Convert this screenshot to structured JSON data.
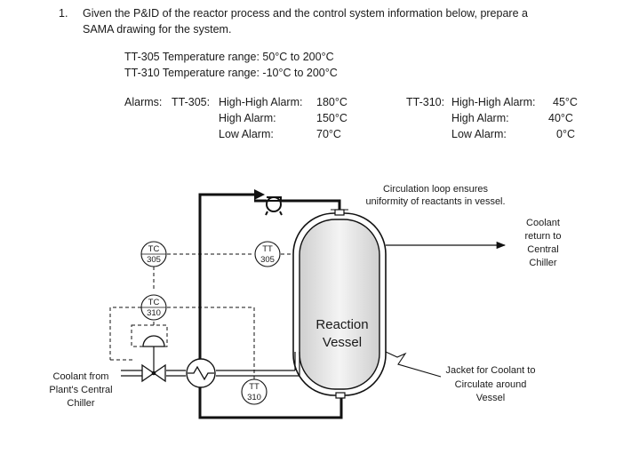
{
  "problem": {
    "number": "1.",
    "line1": "Given the P&ID of the reactor process and the control system information below, prepare a",
    "line2": "SAMA drawing for the system."
  },
  "ranges": {
    "tt305": "TT-305  Temperature range:  50°C to 200°C",
    "tt310": "TT-310  Temperature range:  -10°C to 200°C"
  },
  "alarms": {
    "prefix": "Alarms:",
    "tt305": {
      "tag": "TT-305:",
      "hh_label": "High-High Alarm:",
      "hh_value": "180°C",
      "h_label": "High Alarm:",
      "h_value": "150°C",
      "l_label": "Low Alarm:",
      "l_value": "70°C"
    },
    "tt310": {
      "tag": "TT-310:",
      "hh_label": "High-High Alarm:",
      "hh_value": "45°C",
      "h_label": "High Alarm:",
      "h_value": "40°C",
      "l_label": "Low Alarm:",
      "l_value": "0°C"
    }
  },
  "diagram": {
    "circulation_note": [
      "Circulation loop ensures",
      "uniformity of reactants in vessel."
    ],
    "coolant_return": [
      "Coolant",
      "return  to",
      "Central",
      "Chiller"
    ],
    "coolant_from": [
      "Coolant from",
      "Plant's Central",
      "Chiller"
    ],
    "jacket_note": [
      "Jacket for Coolant to",
      "Circulate around",
      "Vessel"
    ],
    "vessel_label": [
      "Reaction",
      "Vessel"
    ],
    "instruments": {
      "tc305": [
        "TC",
        "305"
      ],
      "tt305": [
        "TT",
        "305"
      ],
      "tc310": [
        "TC",
        "310"
      ],
      "tt310": [
        "TT",
        "310"
      ]
    }
  }
}
